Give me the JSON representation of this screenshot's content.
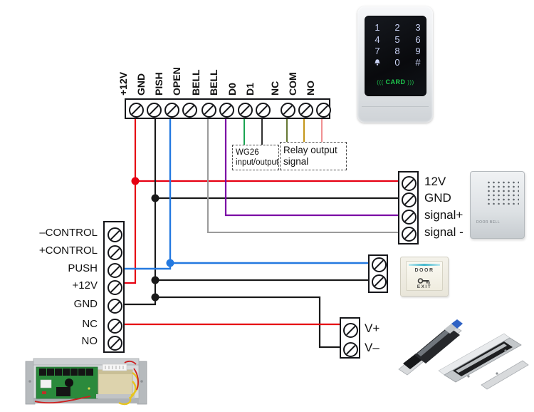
{
  "top_strip": {
    "labels": [
      "+12V",
      "GND",
      "PISH",
      "OPEN",
      "BELL",
      "BELL",
      "D0",
      "D1",
      "NC",
      "COM",
      "NO"
    ]
  },
  "wg26_box": {
    "line1": "WG26",
    "line2": "input/output"
  },
  "relay_box": {
    "line1": "Relay output",
    "line2": "signal"
  },
  "keypad": {
    "keys": [
      "1",
      "2",
      "3",
      "4",
      "5",
      "6",
      "7",
      "8",
      "9",
      "0",
      "#"
    ],
    "bell_key_icon": "bell-icon",
    "card_left": "((( ",
    "card_label": "CARD",
    "card_right": " )))"
  },
  "bell_strip": {
    "labels": [
      "12V",
      "GND",
      "signal+",
      "signal -"
    ]
  },
  "doorbell": {
    "label": "DOOR BELL"
  },
  "left_strip": {
    "labels": [
      "–CONTROL",
      "+CONTROL",
      "PUSH",
      "+12V",
      "GND",
      "NC",
      "NO"
    ]
  },
  "exit_button": {
    "door": "DOOR",
    "exit": "EXIT",
    "key_icon": "key-icon"
  },
  "power_strip": {
    "labels": [
      "V+",
      "V–"
    ]
  },
  "wire_colors": {
    "red": "#e60012",
    "black": "#1a1a1a",
    "blue": "#2479e0",
    "gray": "#9b9b9b",
    "purple": "#7a00a5",
    "green": "#009a3e",
    "olive": "#55691e",
    "amber": "#bd8a00",
    "pink": "#ef8486"
  }
}
